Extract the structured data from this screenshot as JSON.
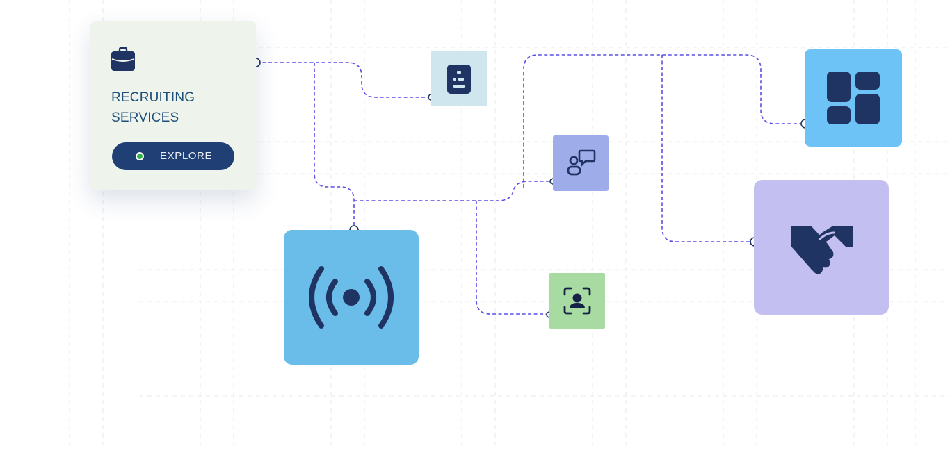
{
  "card": {
    "icon": "briefcase-icon",
    "title": "RECRUITING SERVICES",
    "button_label": "EXPLORE",
    "status_dot_color": "#34b24a"
  },
  "tiles": [
    {
      "name": "document",
      "icon": "document-list-icon",
      "color": "#cfe6ef"
    },
    {
      "name": "chat",
      "icon": "person-speech-bubble-icon",
      "color": "#9eace9"
    },
    {
      "name": "face-scan",
      "icon": "face-scan-icon",
      "color": "#a8dba1"
    },
    {
      "name": "dashboard",
      "icon": "dashboard-grid-icon",
      "color": "#6ec3f6"
    },
    {
      "name": "handshake",
      "icon": "handshake-icon",
      "color": "#c3bff0"
    },
    {
      "name": "broadcast",
      "icon": "broadcast-signal-icon",
      "color": "#6bbde9"
    }
  ],
  "colors": {
    "connector": "#5a4fe6",
    "icon": "#1f3462",
    "button": "#203f74",
    "card_background": "#eef3ec",
    "title_text": "#1d4f7a"
  }
}
